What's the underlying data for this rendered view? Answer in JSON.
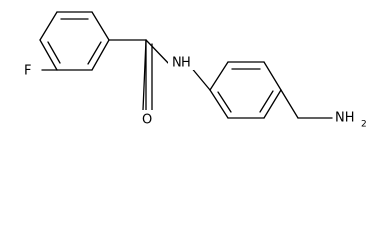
{
  "molecule": {
    "atoms": {
      "fluorine": "F",
      "nitrogen_amide": "N",
      "hydrogen_amide": "H",
      "oxygen": "O",
      "amine": "NH",
      "amine_subscript": "2"
    }
  },
  "colors": {
    "bond": "#000000",
    "background": "#ffffff",
    "text": "#000000"
  }
}
